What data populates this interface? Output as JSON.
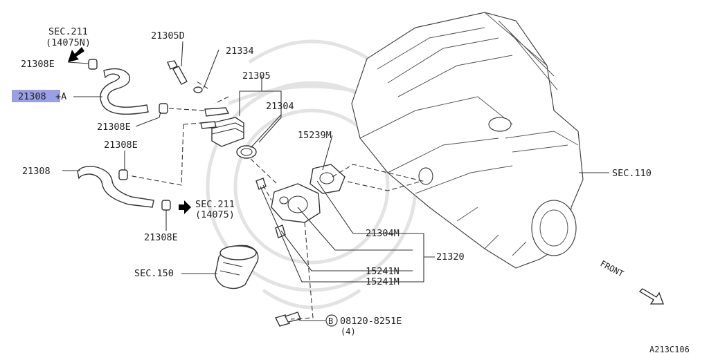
{
  "diagram": {
    "labels": {
      "sec211_top": "SEC.211",
      "sec211_top_sub": "(14075N)",
      "p21308E_a": "21308E",
      "p21308_highlight": "21308",
      "p21308_highlight_suffix": "+A",
      "p21308E_b": "21308E",
      "p21308E_c": "21308E",
      "p21308": "21308",
      "p21308E_d": "21308E",
      "sec211_bottom": "SEC.211",
      "sec211_bottom_sub": "(14075)",
      "p21305D": "21305D",
      "p21334": "21334",
      "p21305": "21305",
      "p21304": "21304",
      "p15239M": "15239M",
      "sec110": "SEC.110",
      "p21304M": "21304M",
      "p21320": "21320",
      "p15241N": "15241N",
      "p15241M": "15241M",
      "sec150": "SEC.150",
      "bolt_circle": "B",
      "bolt": "08120-8251E",
      "bolt_qty": "(4)",
      "front": "FRONT",
      "ref_code": "A213C106"
    },
    "highlight_color": "#9aa0e6"
  }
}
